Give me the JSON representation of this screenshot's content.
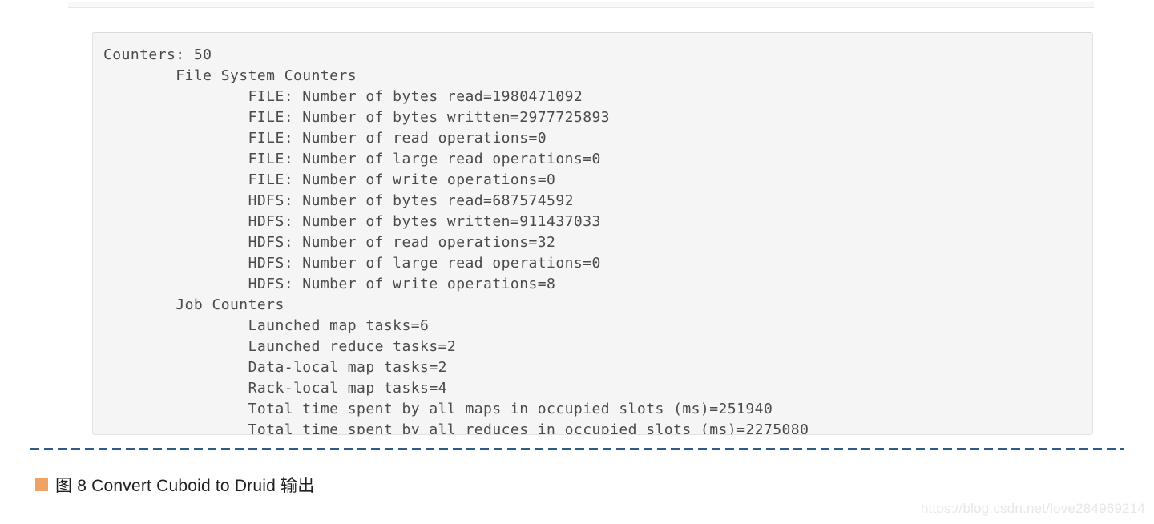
{
  "console": {
    "lines": [
      {
        "indent": 0,
        "text": "Counters: 50"
      },
      {
        "indent": 1,
        "text": "File System Counters"
      },
      {
        "indent": 2,
        "text": "FILE: Number of bytes read=1980471092"
      },
      {
        "indent": 2,
        "text": "FILE: Number of bytes written=2977725893"
      },
      {
        "indent": 2,
        "text": "FILE: Number of read operations=0"
      },
      {
        "indent": 2,
        "text": "FILE: Number of large read operations=0"
      },
      {
        "indent": 2,
        "text": "FILE: Number of write operations=0"
      },
      {
        "indent": 2,
        "text": "HDFS: Number of bytes read=687574592"
      },
      {
        "indent": 2,
        "text": "HDFS: Number of bytes written=911437033"
      },
      {
        "indent": 2,
        "text": "HDFS: Number of read operations=32"
      },
      {
        "indent": 2,
        "text": "HDFS: Number of large read operations=0"
      },
      {
        "indent": 2,
        "text": "HDFS: Number of write operations=8"
      },
      {
        "indent": 1,
        "text": "Job Counters"
      },
      {
        "indent": 2,
        "text": "Launched map tasks=6"
      },
      {
        "indent": 2,
        "text": "Launched reduce tasks=2"
      },
      {
        "indent": 2,
        "text": "Data-local map tasks=2"
      },
      {
        "indent": 2,
        "text": "Rack-local map tasks=4"
      },
      {
        "indent": 2,
        "text": "Total time spent by all maps in occupied slots (ms)=251940"
      },
      {
        "indent": 2,
        "text": "Total time spent by all reduces in occupied slots (ms)=2275080"
      }
    ]
  },
  "divider": {
    "color": "#2b5c8e"
  },
  "caption": {
    "bullet_color": "#f0a264",
    "text": "图 8 Convert Cuboid to Druid 输出"
  },
  "watermark": {
    "text": "https://blog.csdn.net/love284969214"
  }
}
